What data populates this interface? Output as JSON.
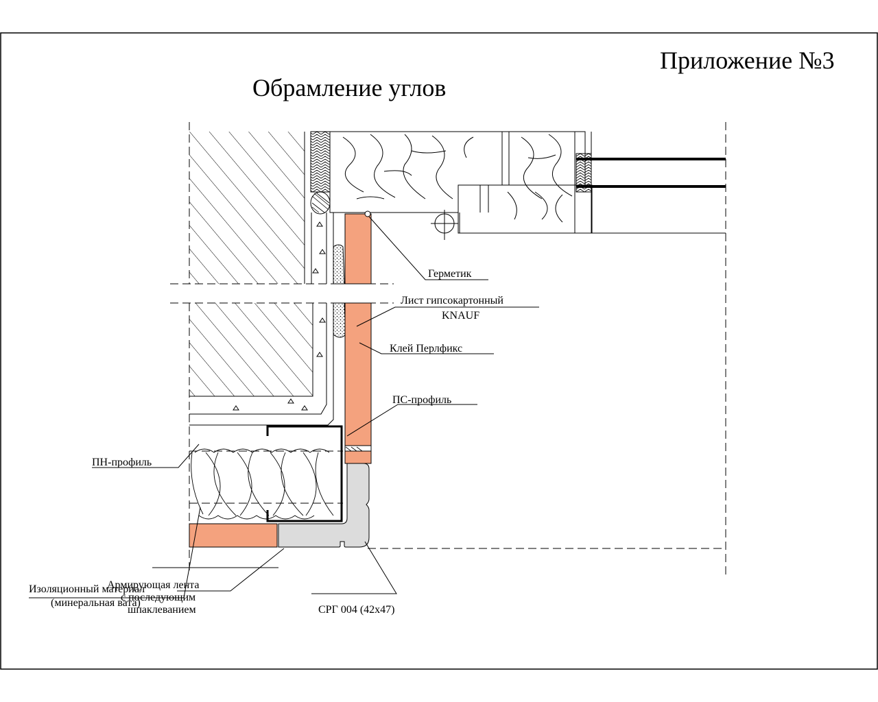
{
  "appendix": "Приложение №3",
  "title": "Обрамление углов",
  "labels": {
    "sealant": "Герметик",
    "drywall_line1": "Лист гипсокартонный",
    "drywall_line2": "KNAUF",
    "glue": "Клей Перлфикс",
    "ps_profile": "ПС-профиль",
    "pn_profile": "ПН-профиль",
    "insulation_line1": "Изоляционный материал",
    "insulation_line2": "(минеральная вата)",
    "tape_line1": "Армирующая лента",
    "tape_line2": "с последующим",
    "tape_line3": "шпаклеванием",
    "corner_profile": "СРГ 004 (42х47)"
  },
  "colors": {
    "drywall": "#F4A27E",
    "profile_fill": "#DCDCDC",
    "line": "#000000"
  }
}
